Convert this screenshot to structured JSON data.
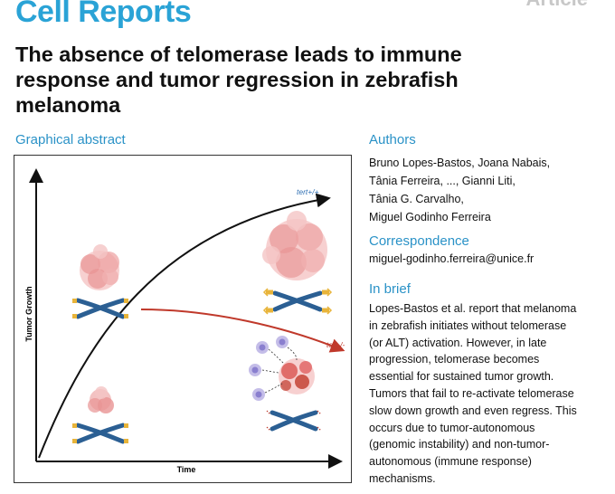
{
  "journal": "Cell Reports",
  "article_tag": "Article",
  "title_lines": [
    "The absence of telomerase leads to immune",
    "response and tumor regression in zebrafish",
    "melanoma"
  ],
  "graphical_abstract": {
    "heading": "Graphical abstract",
    "y_axis_label": "Tumor Growth",
    "x_axis_label": "Time",
    "curve_upper_label": "tert+/+",
    "curve_lower_label": "tert-/-"
  },
  "authors": {
    "heading": "Authors",
    "lines": [
      "Bruno Lopes-Bastos, Joana Nabais,",
      "Tânia Ferreira, ..., Gianni Liti,",
      "Tânia G. Carvalho,",
      "Miguel Godinho Ferreira"
    ]
  },
  "correspondence": {
    "heading": "Correspondence",
    "email": "miguel-godinho.ferreira@unice.fr"
  },
  "in_brief": {
    "heading": "In brief",
    "lines": [
      "Lopes-Bastos et al. report that melanoma",
      "in zebrafish initiates without telomerase",
      "(or ALT) activation. However, in late",
      "progression, telomerase becomes",
      "essential for sustained tumor growth.",
      "Tumors that fail to re-activate telomerase",
      "slow down growth and even regress. This",
      "occurs due to tumor-autonomous",
      "(genomic instability) and non-tumor-",
      "autonomous (immune response)",
      "mechanisms."
    ]
  },
  "colors": {
    "brand": "#2aa3d6",
    "section_heading": "#2a92c7",
    "tert_positive_label": "#2f6fb3",
    "tert_negative_curve": "#c0392b",
    "tumor_cell": "#e89494",
    "chromosome": "#2b5f93",
    "telomere": "#e8b43a",
    "immune_cell": "#9a8fd0"
  }
}
